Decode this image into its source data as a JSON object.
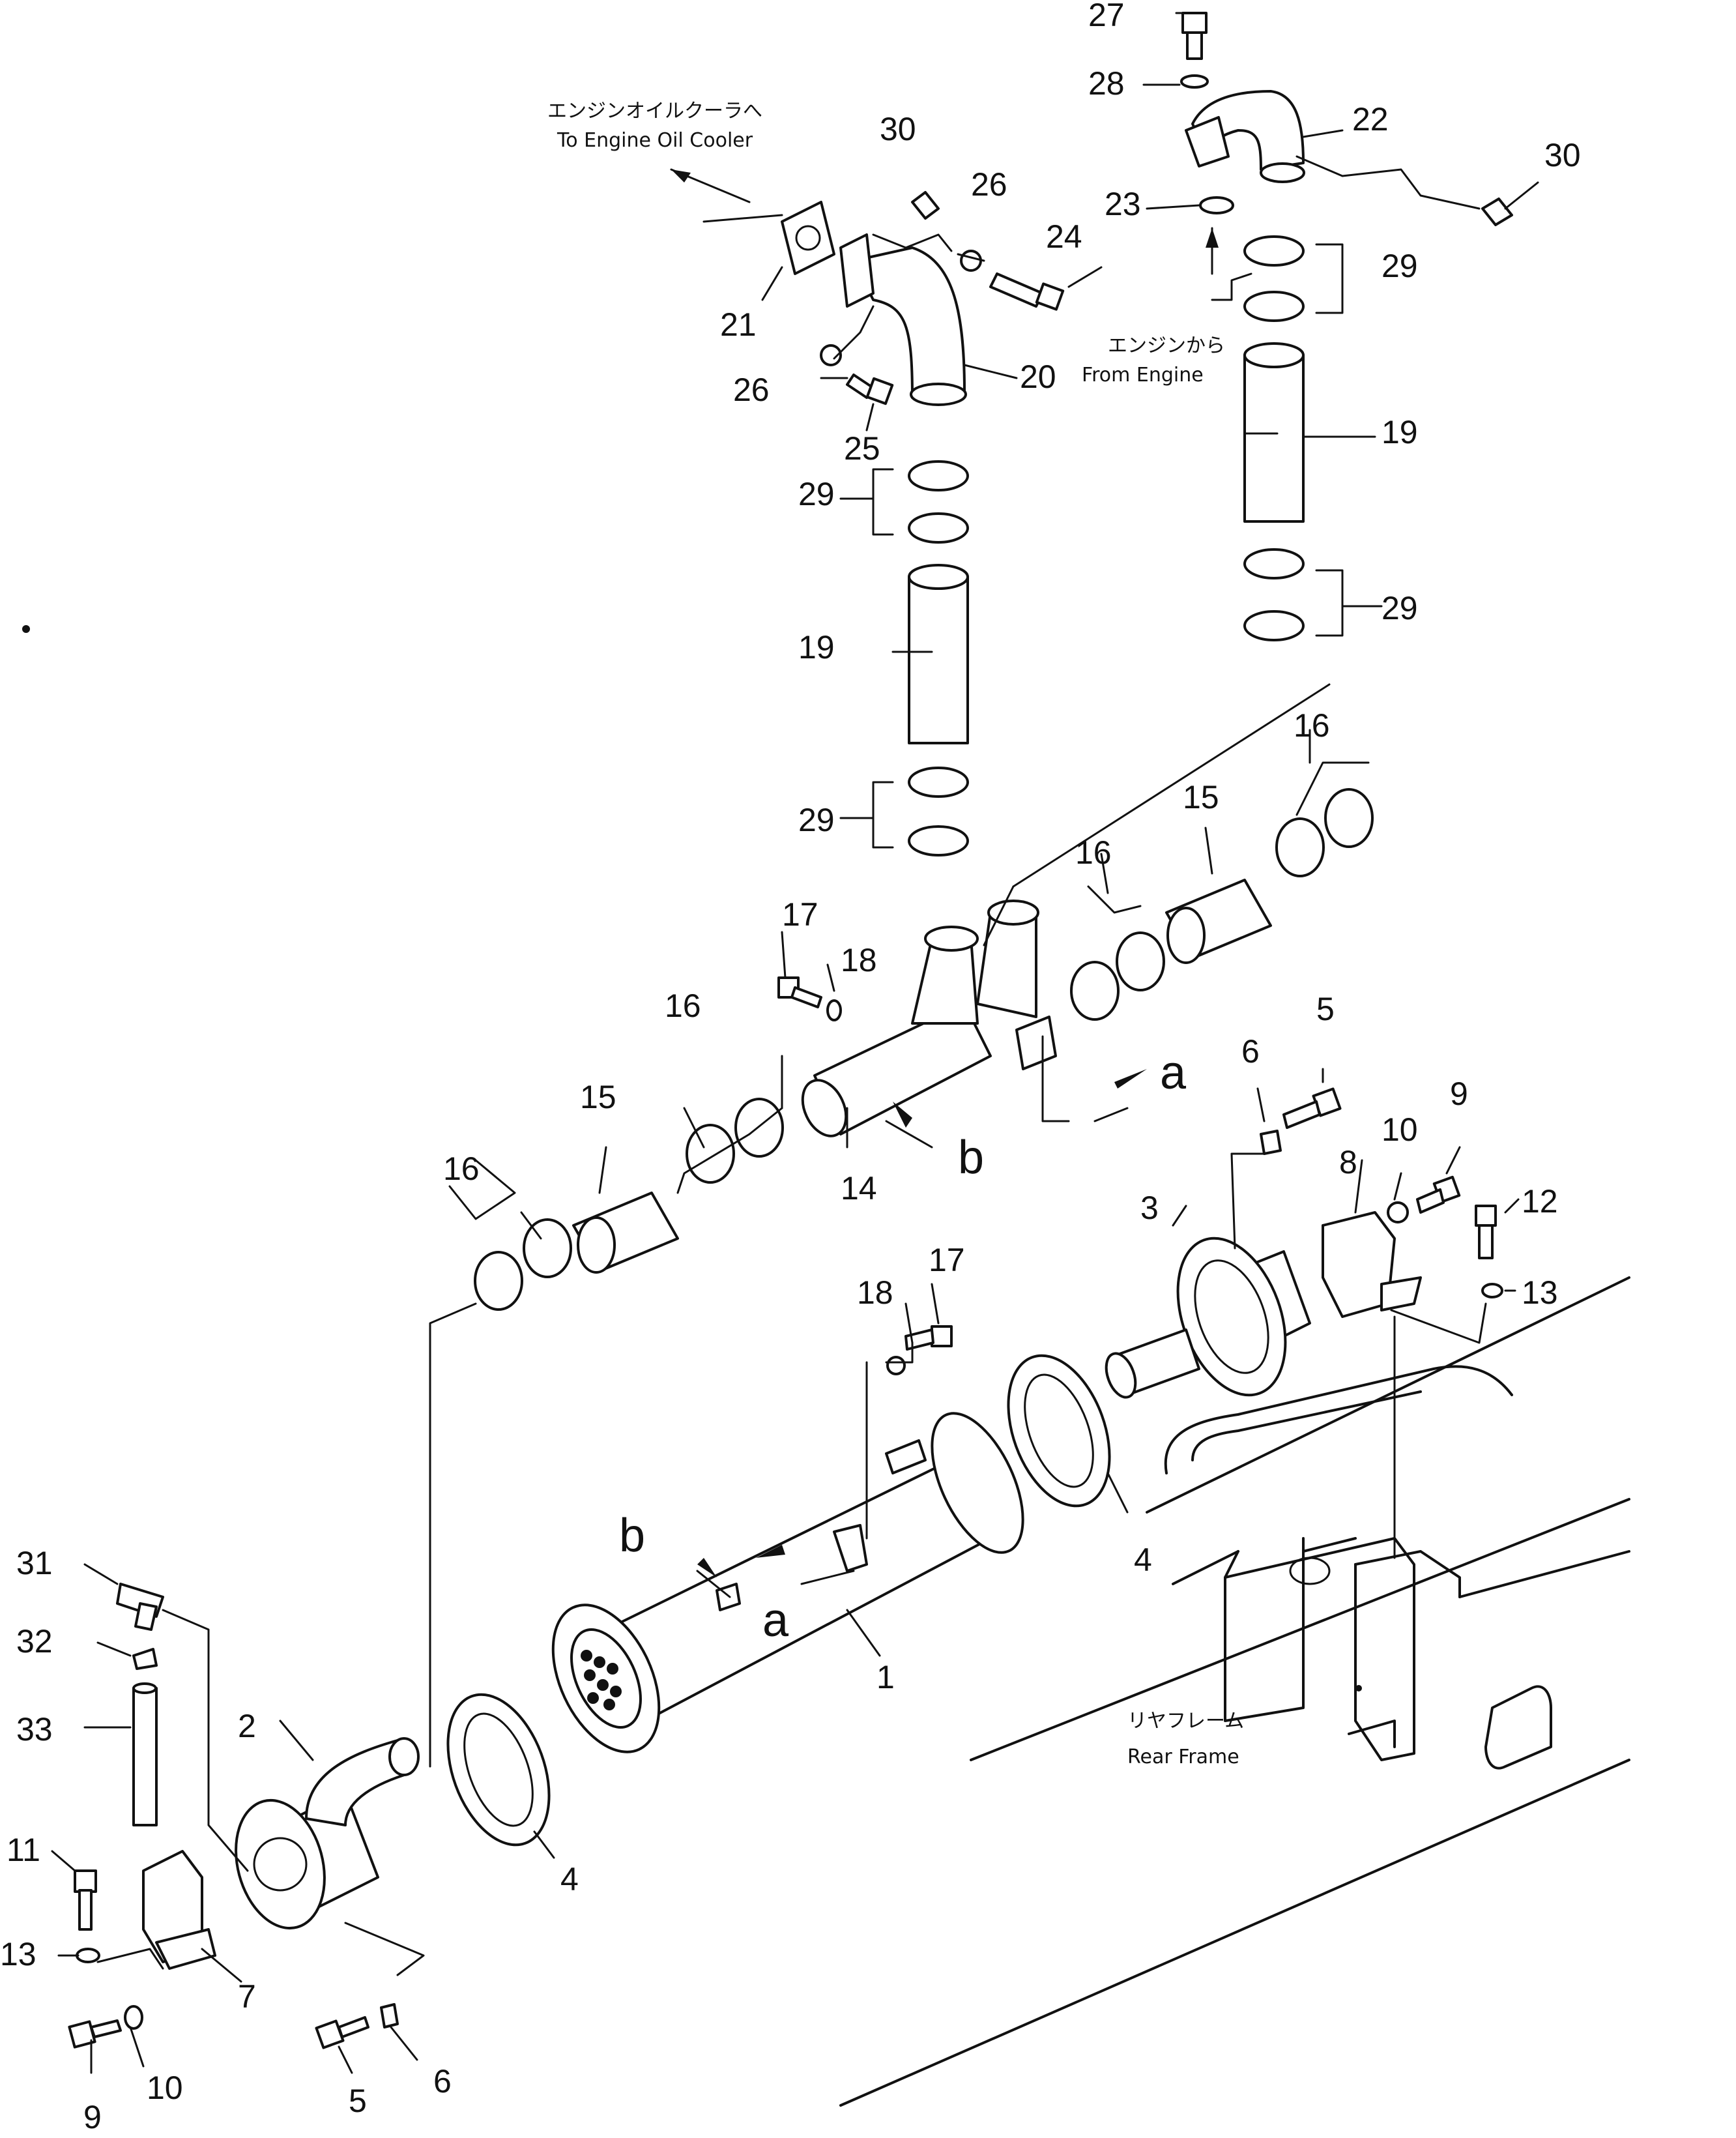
{
  "annotations": {
    "oil_cooler_jp": "エンジンオイルクーラへ",
    "oil_cooler_en": "To Engine Oil Cooler",
    "from_engine_jp": "エンジンから",
    "from_engine_en": "From Engine",
    "rear_frame_jp": "リヤフレーム",
    "rear_frame_en": "Rear Frame"
  },
  "view_markers": {
    "a": "a",
    "b": "b"
  },
  "part_numbers": {
    "n1": "1",
    "n2": "2",
    "n3": "3",
    "n4": "4",
    "n5": "5",
    "n6": "6",
    "n7": "7",
    "n8": "8",
    "n9": "9",
    "n10": "10",
    "n11": "11",
    "n12": "12",
    "n13": "13",
    "n14": "14",
    "n15": "15",
    "n16": "16",
    "n17": "17",
    "n18": "18",
    "n19": "19",
    "n20": "20",
    "n21": "21",
    "n22": "22",
    "n23": "23",
    "n24": "24",
    "n25": "25",
    "n26": "26",
    "n27": "27",
    "n28": "28",
    "n29": "29",
    "n30": "30",
    "n31": "31",
    "n32": "32",
    "n33": "33"
  }
}
